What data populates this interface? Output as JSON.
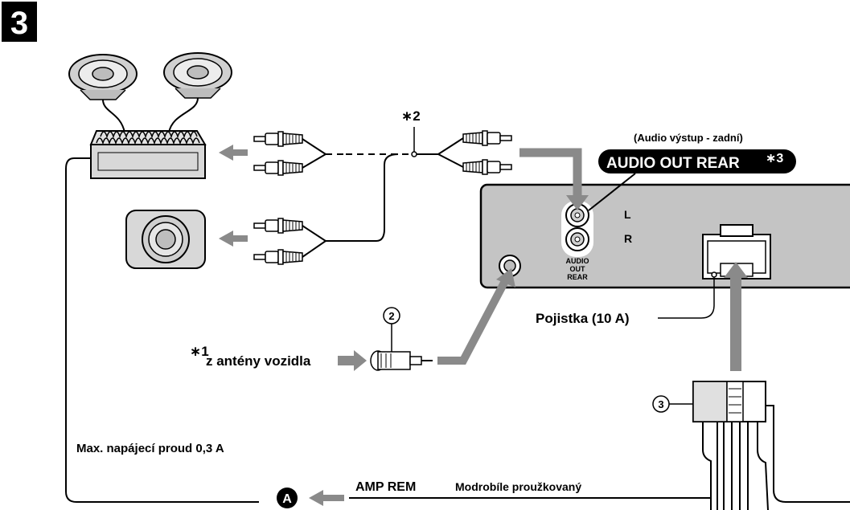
{
  "step_number": "3",
  "labels": {
    "star2": "∗2",
    "audio_out_caption": "(Audio výstup - zadní)",
    "audio_out_badge": "AUDIO OUT REAR",
    "audio_out_badge_sup": "∗3",
    "jack_l": "L",
    "jack_r": "R",
    "panel_audio": "AUDIO",
    "panel_out": "OUT",
    "panel_rear": "REAR",
    "fuse": "Pojistka (10 A)",
    "item2": "2",
    "star1": "∗1",
    "antenna": "z antény vozidla",
    "item3": "3",
    "max_current": "Max. napájecí proud 0,3 A",
    "circle_a": "A",
    "amp_rem": "AMP REM",
    "wire_color": "Modrobíle proužkovaný"
  },
  "colors": {
    "arrow": "#8a8a8a",
    "panel": "#c4c4c4",
    "device": "#d8d8d8",
    "badge": "#000000",
    "line": "#000000"
  }
}
